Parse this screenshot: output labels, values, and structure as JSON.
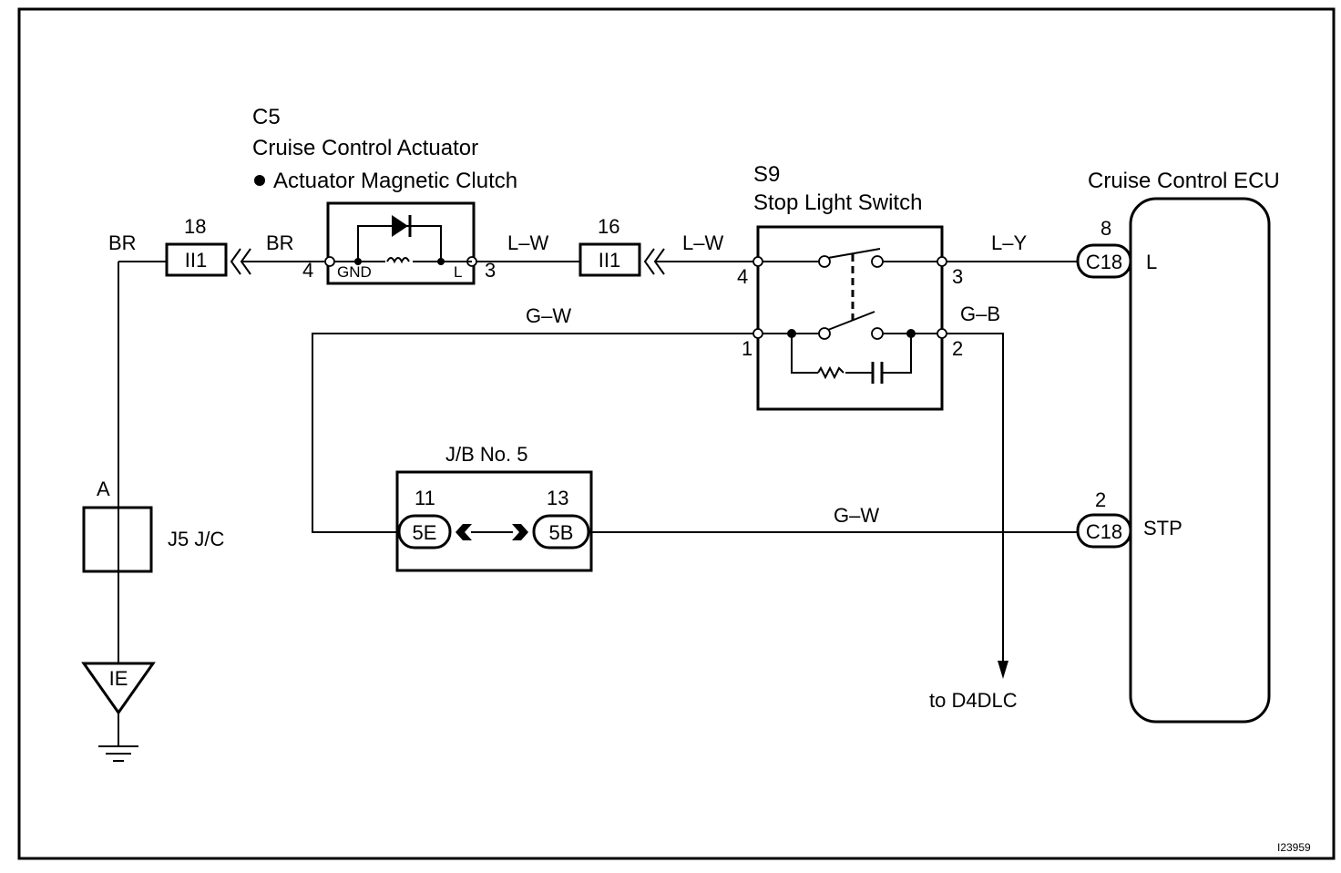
{
  "figure_id": "I23959",
  "actuator": {
    "code": "C5",
    "name": "Cruise Control Actuator",
    "part": "Actuator Magnetic Clutch",
    "gnd_label": "GND",
    "l_label": "L",
    "pin_left": "4",
    "pin_right": "3"
  },
  "stop_switch": {
    "code": "S9",
    "name": "Stop Light Switch",
    "pin_4": "4",
    "pin_3": "3",
    "pin_1": "1",
    "pin_2": "2"
  },
  "ecu": {
    "name": "Cruise Control ECU",
    "pin_l_num": "8",
    "pin_l_conn": "C18",
    "pin_l_label": "L",
    "pin_stp_num": "2",
    "pin_stp_conn": "C18",
    "pin_stp_label": "STP"
  },
  "connectors": {
    "left_num": "18",
    "left_id": "II1",
    "mid_num": "16",
    "mid_id": "II1"
  },
  "junction_block": {
    "name": "J/B No. 5",
    "left_num": "11",
    "left_id": "5E",
    "right_num": "13",
    "right_id": "5B"
  },
  "junction_connector": {
    "terminal": "A",
    "name": "J5 J/C"
  },
  "ground": {
    "label": "IE"
  },
  "destination": "to D4DLC",
  "wires": {
    "br_left": "BR",
    "br_right": "BR",
    "lw_left": "L–W",
    "lw_right": "L–W",
    "ly": "L–Y",
    "gw_top": "G–W",
    "gb": "G–B",
    "gw_bottom": "G–W"
  }
}
